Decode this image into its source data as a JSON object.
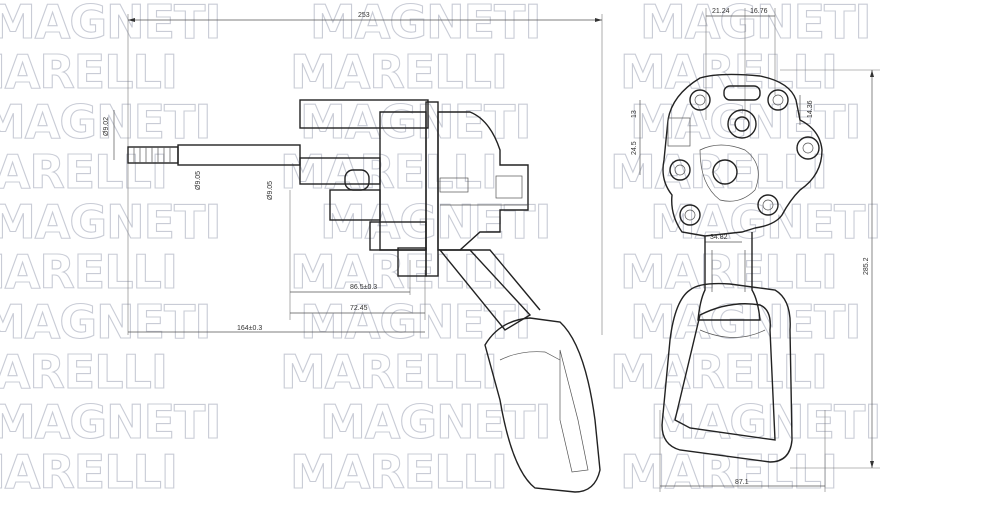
{
  "watermark": {
    "brand_a": "MAGNETI",
    "brand_b": "MARELLI"
  },
  "dimensions_side": {
    "overall_length": "253",
    "shaft_dia": "Ø9.02",
    "dia_a": "Ø9.05",
    "dia_b": "Ø9.05",
    "len_a": "86.5±0.3",
    "len_b": "72.45",
    "len_c": "164±0.3"
  },
  "dimensions_front": {
    "top_a": "21.24",
    "top_b": "16.76",
    "left_a": "13",
    "left_b": "24.5",
    "right_a": "14.36",
    "port_width": "34.82",
    "overall_height": "285.2",
    "overall_width": "87.1"
  },
  "colors": {
    "line": "#222222",
    "hatch": "#555555",
    "watermark": "#c9ccd6"
  }
}
